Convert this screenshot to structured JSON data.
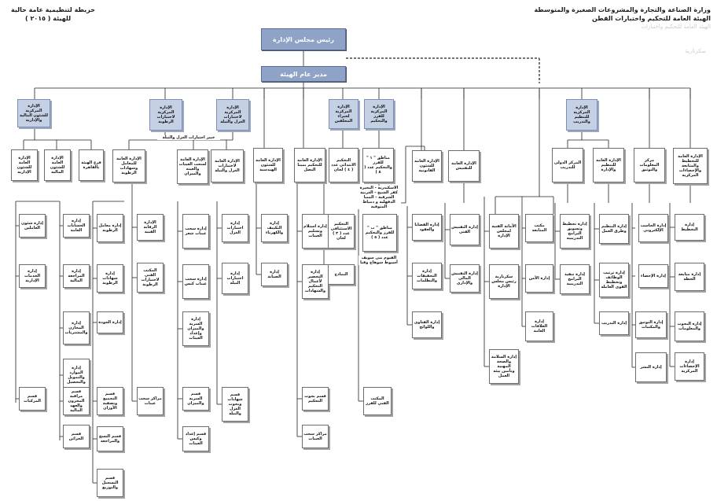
{
  "header": {
    "ministry": "وزارة الصناعة والتجارة والمشروعات الصغيرة والمتوسطة",
    "authority": "الهيئة العامة للتحكيم واختبارات القطن",
    "ghost1": "الهيئة العامة للتحكيم واختبارات",
    "ghost2": "سكرتارية",
    "map_title": "خريطة لتنظيمية عامة حالية",
    "map_year": "للهيئة ( ٢٠١٥ )"
  },
  "top": {
    "chairman": "رئيس مجلس الإدارة",
    "director": "مدير عام الهيئة"
  },
  "labels": {
    "grading_experts": "خبير اختبارات الغزل والتيلة",
    "alex_regions": "الاسكندرية - البحيرة كفر الشيخ - الغربية الشرقية - المنيا الدقهلية و دمياط المنوفية",
    "beni_suef_regions": "الفيوم بنى سويف أسيوط سوهاج وقنا"
  },
  "central": [
    {
      "label": "الإدارة المركزية للشئون المالية والإدارية",
      "blue": true
    },
    {
      "label": "الإدارة المركزية لاختبارات الرطوبة",
      "blue": true
    },
    {
      "label": "الإدارة المركزية لاختبارات الغزل والتيلة",
      "blue": true
    },
    {
      "label": "الإدارة المركزية لخبراء المحلفين",
      "blue": true
    },
    {
      "label": "الإدارة المركزية للفرز والتحكيم",
      "blue": true
    },
    {
      "label": "الإدارة المركزية للتنظيم والتدريب",
      "blue": true
    }
  ],
  "general": [
    {
      "label": "الإدارة العامة للشئون الإدارية"
    },
    {
      "label": "الإدارة العامة للشئون المالية"
    },
    {
      "label": "فرع الهيئة بالقاهرة"
    },
    {
      "label": "الإدارة العامة للمعامل وشهادات الرطوبة"
    },
    {
      "label": "الإدارة العامة لسحب العينات والعينة والميزان"
    },
    {
      "label": "الإدارة العامة لاختبارات الغزل والتيلة"
    },
    {
      "label": "الإدارة العامة للشئون الهندسية"
    },
    {
      "label": "الإدارة العامة للتحكيم بمينا البصل"
    },
    {
      "label": "التحكيم الابتدائي عدد ( ٤ ) لجان"
    },
    {
      "label": "مناطق \" ١ \" للفرز والتحكيم عدد ( ٨ )"
    },
    {
      "label": "الإدارة العامة للشئون القانونية"
    },
    {
      "label": "الإدارة العامة للتفتيش"
    },
    {
      "label": "المركز الدولي للتدريب"
    },
    {
      "label": "الإدارة العامة للتنظيم والإدارة"
    },
    {
      "label": "مركز المعلومات والتوثيق"
    },
    {
      "label": "الإدارة العامة للتخطيط والمتابعة والإحصاءات المركزية"
    }
  ],
  "dept": [
    {
      "label": "إدارة شئون العاملين"
    },
    {
      "label": "إدارة الحسابات العامة"
    },
    {
      "label": "إدارة الخدمات الإدارية"
    },
    {
      "label": "إدارة المراجعة المالية"
    },
    {
      "label": "إدارة المخازن والمشتريات"
    },
    {
      "label": "إدارة الموارد والتمويل والتحصيل"
    },
    {
      "label": "قسم المركبات"
    },
    {
      "label": "قسم مراقبة المخزون والعهد المالية"
    },
    {
      "label": "قسم الخزائن"
    },
    {
      "label": "إدارة معامل الرطوبة"
    },
    {
      "label": "إدارة شهادات الرطوبة"
    },
    {
      "label": "إدارة الجودة"
    },
    {
      "label": "قسم التجميع وتصفية الأوزان"
    },
    {
      "label": "قسم النسخ والمراجعة"
    },
    {
      "label": "قسم التسجيل والتوزيع"
    },
    {
      "label": "الإدارة الرقابة الفنية"
    },
    {
      "label": "المكتب الفني لاختبارات الرطوبة"
    },
    {
      "label": "مراكز سحب عينات"
    },
    {
      "label": "إدارة سحب عينات شعر"
    },
    {
      "label": "إدارة سحب عينات كبس"
    },
    {
      "label": "إدارة السرية والميزان وإعداد العينات"
    },
    {
      "label": "قسم السرية والميزان"
    },
    {
      "label": "قسم إعداد وكبس العينات"
    },
    {
      "label": "إدارة اختبارات الغزل"
    },
    {
      "label": "إدارة اختبارات التيلة"
    },
    {
      "label": "قسم شهادات وبحوث الغزل والتيلة"
    },
    {
      "label": "إدارة التكييف والكهرباء"
    },
    {
      "label": "إدارة الصيانة"
    },
    {
      "label": "إدارة استلام وتسليم العينات"
    },
    {
      "label": "إدارة التحضير لأعمال التحكيم والشهادات"
    },
    {
      "label": "قسم بحوث التحكيم"
    },
    {
      "label": "مراكز سحب العينات"
    },
    {
      "label": "التحكيم الاستئنافي عدد ( ٣ ) لجان"
    },
    {
      "label": "النماذج"
    },
    {
      "label": "مناطق \" ب \" للفرز والتحكيم عدد ( ٥ )"
    },
    {
      "label": "المكتب الفني للفرز"
    },
    {
      "label": "إدارة القضايا والعقود"
    },
    {
      "label": "إدارة التحقيقات والتظلمات"
    },
    {
      "label": "إدارة الفتاوى واللوائح"
    },
    {
      "label": "إدارة التفتيش الفني"
    },
    {
      "label": "إدارة التفتيش المالي والإداري"
    },
    {
      "label": "الأمانة الفنية لمجلس الإدارة"
    },
    {
      "label": "مكتب المتابعة"
    },
    {
      "label": "سكرتارية رئيس مجلس الإدارة"
    },
    {
      "label": "إدارة الأمن"
    },
    {
      "label": "إدارة العلاقات العامة"
    },
    {
      "label": "إدارة السلامة والصحة المهنية وتأمين بيئة العمل"
    },
    {
      "label": "إدارة تخطيط وتسويق البرامج التدريبية"
    },
    {
      "label": "إدارة تنفيذ البرامج التدريبية"
    },
    {
      "label": "إدارة التنظيم وطرق العمل"
    },
    {
      "label": "إدارة ترتيب الوظائف وتخطيط القوى العاملة"
    },
    {
      "label": "إدارة التدريب"
    },
    {
      "label": "إدارة الحاسب الإلكتروني"
    },
    {
      "label": "إدارة الإحصاء"
    },
    {
      "label": "إدارة التوثيق والمكتبات"
    },
    {
      "label": "إدارة النشر"
    },
    {
      "label": "إدارة التخطيط"
    },
    {
      "label": "إدارة متابعة الخطة"
    },
    {
      "label": "إدارة البحوث والمعلومات"
    },
    {
      "label": "إدارة الإحصاءات المركزية"
    }
  ]
}
